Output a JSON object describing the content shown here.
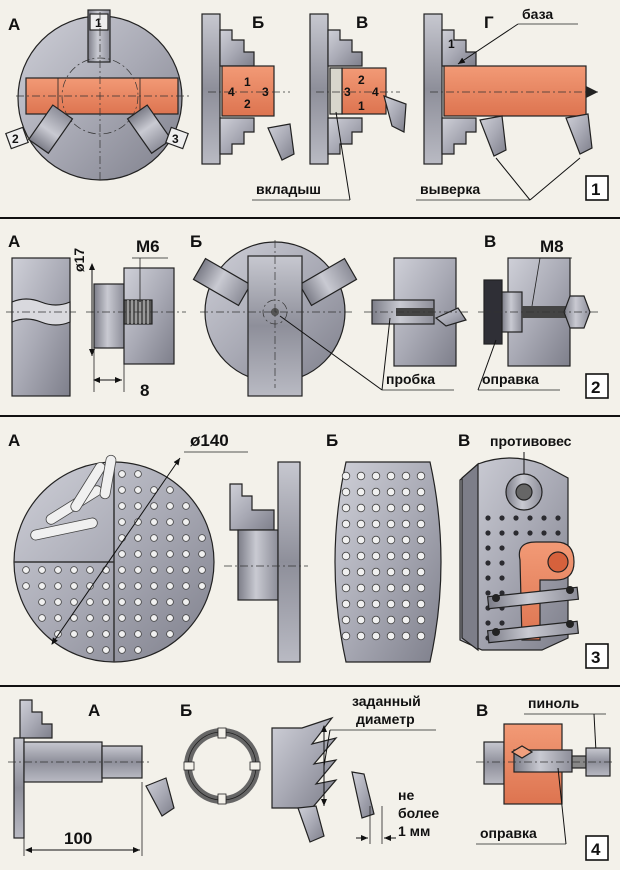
{
  "panels": [
    {
      "number": "1",
      "letters": [
        "А",
        "Б",
        "В",
        "Г"
      ],
      "jaw_numbers": [
        "1",
        "2",
        "3"
      ],
      "callouts": {
        "base": "база",
        "insert": "вкладыш",
        "alignment": "выверка"
      }
    },
    {
      "number": "2",
      "letters": [
        "А",
        "Б",
        "В"
      ],
      "dims": {
        "diameter": "ø17",
        "thread_a": "М6",
        "length": "8",
        "thread_b": "М8"
      },
      "callouts": {
        "plug": "пробка",
        "mandrel": "оправка"
      }
    },
    {
      "number": "3",
      "letters": [
        "А",
        "Б",
        "В"
      ],
      "dims": {
        "diameter": "ø140"
      },
      "callouts": {
        "counterweight": "противовес"
      }
    },
    {
      "number": "4",
      "letters": [
        "А",
        "Б",
        "В"
      ],
      "dims": {
        "length": "100",
        "given_diameter_1": "заданный",
        "given_diameter_2": "диаметр",
        "max_1": "не",
        "max_2": "более",
        "max_3": "1 мм"
      },
      "callouts": {
        "quill": "пиноль",
        "mandrel": "оправка"
      }
    }
  ],
  "colors": {
    "background": "#f3f1ea",
    "metal": "#a9aab5",
    "metal_dark": "#6e6f7a",
    "wood": "#e98460",
    "line": "#111111"
  }
}
